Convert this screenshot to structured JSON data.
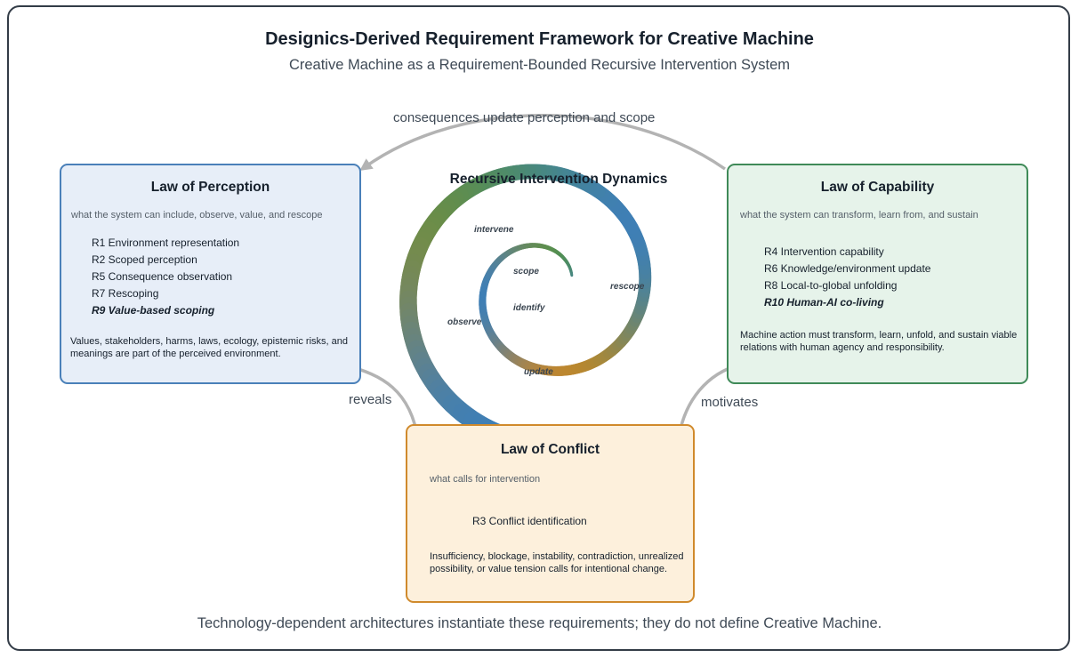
{
  "title": "Designics-Derived Requirement Framework for Creative Machine",
  "subtitle": "Creative Machine as a Requirement-Bounded Recursive Intervention System",
  "footer": "Technology-dependent architectures instantiate these requirements; they do not define Creative Machine.",
  "perception": {
    "title": "Law of Perception",
    "description": "what the system can include, observe, value, and rescope",
    "requirements": [
      "R1 Environment representation",
      "R2 Scoped perception",
      "R5 Consequence observation",
      "R7 Rescoping",
      "R9 Value-based scoping"
    ],
    "note": "Values, stakeholders, harms, laws, ecology, epistemic risks, and meanings are part of the perceived environment."
  },
  "capability": {
    "title": "Law of Capability",
    "description": "what the system can transform, learn from, and sustain",
    "requirements": [
      "R4 Intervention capability",
      "R6 Knowledge/environment update",
      "R8 Local-to-global unfolding",
      "R10 Human-AI co-living"
    ],
    "note": "Machine action must transform, learn, unfold, and sustain viable relations with human agency and responsibility."
  },
  "conflict": {
    "title": "Law of Conflict",
    "description": "what calls for intervention",
    "requirements": [
      "R3 Conflict identification"
    ],
    "note": "Insufficiency, blockage, instability, contradiction, unrealized possibility, or value tension calls for intentional change."
  },
  "spiral": {
    "title": "Recursive Intervention Dynamics",
    "stages": [
      "scope",
      "identify",
      "intervene",
      "observe",
      "update",
      "rescope"
    ],
    "colors": [
      "#3f7fb5",
      "#4f8f52",
      "#c9862a"
    ]
  },
  "edges": {
    "feedback": "consequences update perception and scope",
    "reveals": "reveals",
    "motivates": "motivates"
  }
}
